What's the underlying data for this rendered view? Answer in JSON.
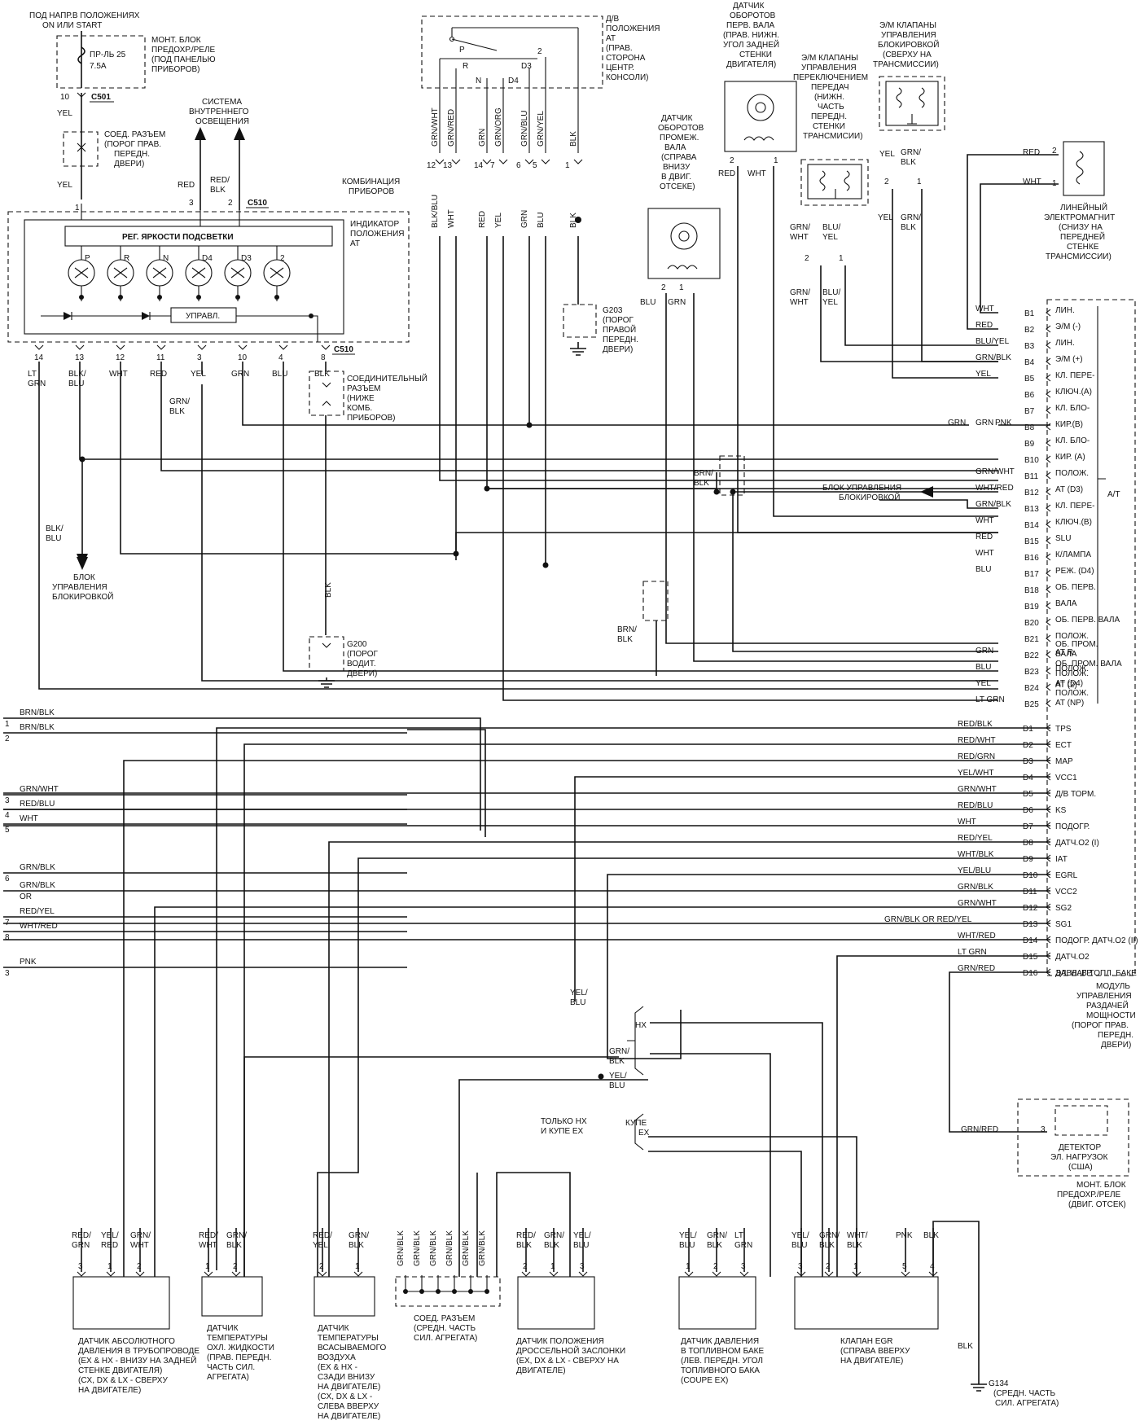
{
  "top": {
    "power_label": [
      "ПОД НАПР.В ПОЛОЖЕНИЯХ",
      "ON ИЛИ START"
    ],
    "fuse_label": [
      "ПР-ЛЬ 25",
      "7.5A"
    ],
    "fuse_box_label": [
      "МОНТ. БЛОК",
      "ПРЕДОХР./РЕЛЕ",
      "(ПОД ПАНЕЛЬЮ",
      "ПРИБОРОВ)"
    ],
    "c501": "C501",
    "pin10": "10",
    "yel": "YEL",
    "connector_label": [
      "СОЕД. РАЗЪЕМ",
      "(ПОРОГ ПРАВ.",
      "ПЕРЕДН.",
      "ДВЕРИ)"
    ],
    "lighting_label": [
      "СИСТЕМА",
      "ВНУТРЕННЕГО",
      "ОСВЕЩЕНИЯ"
    ],
    "red": "RED",
    "red_blk": [
      "RED/",
      "BLK"
    ],
    "c510": "C510",
    "pins_top": [
      "1",
      "3",
      "2"
    ],
    "cluster_label": [
      "КОМБИНАЦИЯ",
      "ПРИБОРОВ"
    ]
  },
  "cluster": {
    "dimmer": "РЕГ. ЯРКОСТИ ПОДСВЕТКИ",
    "indicator_label": [
      "ИНДИКАТОР",
      "ПОЛОЖЕНИЯ",
      "AT"
    ],
    "lamps": [
      "P",
      "R",
      "N",
      "D4",
      "D3",
      "2"
    ],
    "control": "УПРАВЛ.",
    "c510": "C510",
    "bottom_pins": [
      "14",
      "13",
      "12",
      "11",
      "3",
      "10",
      "4",
      "8"
    ],
    "bottom_colors": [
      [
        "LT",
        "GRN"
      ],
      [
        "BLK/",
        "BLU"
      ],
      [
        "WHT"
      ],
      [
        "RED"
      ],
      [
        "YEL"
      ],
      [
        "GRN"
      ],
      [
        "BLU"
      ],
      [
        "BLK"
      ]
    ],
    "grn_blk": [
      "GRN/",
      "BLK"
    ],
    "connector_label": [
      "СОЕДИНИТЕЛЬНЫЙ",
      "РАЗЪЕМ",
      "(НИЖЕ",
      "КОМБ.",
      "ПРИБОРОВ)"
    ]
  },
  "left": {
    "blk_blu": [
      "BLK/",
      "BLU"
    ],
    "lockup_label": [
      "БЛОК",
      "УПРАВЛЕНИЯ",
      "БЛОКИРОВКОЙ"
    ],
    "g200_label": [
      "G200",
      "(ПОРОГ",
      "ВОДИТ.",
      "ДВЕРИ)"
    ],
    "blk": "BLK"
  },
  "switch": {
    "label": [
      "Д/В",
      "ПОЛОЖЕНИЯ",
      "AT",
      "(ПРАВ.",
      "СТОРОНА",
      "ЦЕНТР.",
      "КОНСОЛИ)"
    ],
    "positions": [
      "P",
      "R",
      "N",
      "D4",
      "D3",
      "2"
    ],
    "wires": [
      "GRN/WHT",
      "GRN/RED",
      "GRN",
      "GRN/ORG",
      "GRN/BLU",
      "GRN/YEL",
      "BLK"
    ],
    "pins": [
      "12",
      "13",
      "14",
      "7",
      "6",
      "5",
      "1"
    ],
    "below": [
      "BLK/BLU",
      "WHT",
      "RED",
      "YEL",
      "GRN",
      "BLU",
      "BLK"
    ],
    "g203_label": [
      "G203",
      "(ПОРОГ",
      "ПРАВОЙ",
      "ПЕРЕДН.",
      "ДВЕРИ)"
    ]
  },
  "sensors_top": {
    "mainshaft_label": [
      "ДАТЧИК",
      "ОБОРОТОВ",
      "ПЕРВ. ВАЛА",
      "(ПРАВ. НИЖН.",
      "УГОЛ ЗАДНЕЙ",
      "СТЕНКИ",
      "ДВИГАТЕЛЯ)"
    ],
    "mainshaft_pins": [
      "2",
      "1"
    ],
    "mainshaft_wires": [
      "RED",
      "WHT"
    ],
    "countershaft_label": [
      "ДАТЧИК",
      "ОБОРОТОВ",
      "ПРОМЕЖ.",
      "ВАЛА",
      "(СПРАВА",
      "ВНИЗУ",
      "В ДВИГ.",
      "ОТСЕКЕ)"
    ],
    "countershaft_pins": [
      "2",
      "1"
    ],
    "countershaft_wires": [
      "BLU",
      "GRN"
    ],
    "shift_sol_label": [
      "Э/М КЛАПАНЫ",
      "УПРАВЛЕНИЯ",
      "ПЕРЕКЛЮЧЕНИЕМ",
      "ПЕРЕДАЧ",
      "(НИЖН.",
      "ЧАСТЬ",
      "ПЕРЕДН.",
      "СТЕНКИ",
      "ТРАНСМИСИИ)"
    ],
    "shift_sol_wires": [
      [
        "GRN/",
        "WHT"
      ],
      [
        "BLU/",
        "YEL"
      ]
    ],
    "shift_sol_pins": [
      "2",
      "1"
    ],
    "lockup_sol_label": [
      "Э/М КЛАПАНЫ",
      "УПРАВЛЕНИЯ",
      "БЛОКИРОВКОЙ",
      "(СВЕРХУ НА",
      "ТРАНСМИССИИ)"
    ],
    "lockup_sol_wires": [
      [
        "YEL"
      ],
      [
        "GRN/",
        "BLK"
      ]
    ],
    "lockup_sol_pins": [
      "2",
      "1"
    ],
    "linear_label": [
      "ЛИНЕЙНЫЙ",
      "ЭЛЕКТРОМАГНИТ",
      "(СНИЗУ НА",
      "ПЕРЕДНЕЙ",
      "СТЕНКЕ",
      "ТРАНСМИССИИ)"
    ],
    "linear_wires": [
      "RED",
      "WHT"
    ],
    "linear_pins": [
      "2",
      "1"
    ]
  },
  "module_b": {
    "pins": [
      {
        "pin": "B1",
        "wire": "WHT",
        "desc": "ЛИН."
      },
      {
        "pin": "B2",
        "wire": "RED",
        "desc": "Э/М (-)"
      },
      {
        "pin": "B3",
        "wire": "BLU/YEL",
        "desc": "ЛИН."
      },
      {
        "pin": "B4",
        "wire": "GRN/BLK",
        "desc": "Э/М (+)"
      },
      {
        "pin": "B5",
        "wire": "YEL",
        "desc": "КЛ. ПЕРЕ-"
      },
      {
        "pin": "B6",
        "wire": "",
        "desc": "КЛЮЧ.(А)"
      },
      {
        "pin": "B7",
        "wire": "",
        "desc": "КЛ. БЛО-"
      },
      {
        "pin": "B8",
        "wire": "GRN",
        "desc": "КИР.(В)"
      },
      {
        "pin": "B9",
        "wire": "",
        "desc": "КЛ. БЛО-"
      },
      {
        "pin": "B10",
        "wire": "",
        "desc": "КИР. (А)"
      },
      {
        "pin": "B11",
        "wire": "GRN/WHT",
        "desc": "ПОЛОЖ."
      },
      {
        "pin": "B12",
        "wire": "WHT/RED",
        "desc": "AT (D3)"
      },
      {
        "pin": "B13",
        "wire": "GRN/BLK",
        "desc": "КЛ. ПЕРЕ-"
      },
      {
        "pin": "B14",
        "wire": "WHT",
        "desc": "КЛЮЧ.(В)"
      },
      {
        "pin": "B15",
        "wire": "RED",
        "desc": "SLU"
      },
      {
        "pin": "B16",
        "wire": "WHT",
        "desc": "К/ЛАМПА"
      },
      {
        "pin": "B17",
        "wire": "BLU",
        "desc": "РЕЖ. (D4)"
      },
      {
        "pin": "B18",
        "wire": "",
        "desc": "ОБ. ПЕРВ."
      },
      {
        "pin": "B19",
        "wire": "",
        "desc": "ВАЛА"
      },
      {
        "pin": "B20",
        "wire": "",
        "desc": "ОБ. ПЕРВ. ВАЛА"
      },
      {
        "pin": "B21",
        "wire": "",
        "desc": "ПОЛОЖ."
      },
      {
        "pin": "B22",
        "wire": "GRN",
        "desc": "AT R"
      },
      {
        "pin": "B23",
        "wire": "BLU",
        "desc": "ПОЛОЖ."
      },
      {
        "pin": "B24",
        "wire": "YEL",
        "desc": "AT (2)"
      },
      {
        "pin": "B25",
        "wire": "LT GRN",
        "desc": ""
      }
    ],
    "extra_desc": [
      "ОБ. ПРОМ.",
      "ВАЛА",
      "ОБ. ПРОМ. ВАЛА",
      "ПОЛОЖ.",
      "AT (D4)",
      "ПОЛОЖ.",
      "AT (NP)"
    ],
    "at": "A/T",
    "pnk": "PNK",
    "grn": "GRN",
    "lockup_unit": [
      "БЛОК УПРАВЛЕНИЯ",
      "БЛОКИРОВКОЙ"
    ],
    "brn_blk": [
      "BRN/",
      "BLK"
    ]
  },
  "module_d": {
    "pins": [
      {
        "pin": "D1",
        "wire": "RED/BLK",
        "desc": "TPS"
      },
      {
        "pin": "D2",
        "wire": "RED/WHT",
        "desc": "ECT"
      },
      {
        "pin": "D3",
        "wire": "RED/GRN",
        "desc": "MAP"
      },
      {
        "pin": "D4",
        "wire": "YEL/WHT",
        "desc": "VCC1"
      },
      {
        "pin": "D5",
        "wire": "GRN/WHT",
        "desc": "Д/В ТОРМ."
      },
      {
        "pin": "D6",
        "wire": "RED/BLU",
        "desc": "KS"
      },
      {
        "pin": "D7",
        "wire": "WHT",
        "desc": "ПОДОГР."
      },
      {
        "pin": "D8",
        "wire": "RED/YEL",
        "desc": "ДАТЧ.O2 (I)"
      },
      {
        "pin": "D9",
        "wire": "WHT/BLK",
        "desc": "IAT"
      },
      {
        "pin": "D10",
        "wire": "YEL/BLU",
        "desc": "EGRL"
      },
      {
        "pin": "D11",
        "wire": "GRN/BLK",
        "desc": "VCC2"
      },
      {
        "pin": "D12",
        "wire": "GRN/WHT",
        "desc": "SG2"
      },
      {
        "pin": "D13",
        "wire": "GRN/BLK OR RED/YEL",
        "desc": "SG1"
      },
      {
        "pin": "D14",
        "wire": "WHT/RED",
        "desc": "ПОДОГР. ДАТЧ.O2 (II)"
      },
      {
        "pin": "D15",
        "wire": "LT GRN",
        "desc": "ДАТЧ.O2"
      },
      {
        "pin": "D16",
        "wire": "GRN/RED",
        "desc": "ДАВЛ. В ТОПЛ. БАКЕ"
      }
    ],
    "last_desc": "ЭЛ. НАГР.",
    "module_label": [
      "МОДУЛЬ",
      "УПРАВЛЕНИЯ",
      "РАЗДАЧЕЙ",
      "МОЩНОСТИ",
      "(ПОРОГ ПРАВ.",
      "ПЕРЕДН.",
      "ДВЕРИ)"
    ]
  },
  "left_edge": [
    {
      "num": "1",
      "wire": "BRN/BLK"
    },
    {
      "num": "2",
      "wire": "BRN/BLK"
    },
    {
      "num": "3",
      "wire": "GRN/WHT"
    },
    {
      "num": "4",
      "wire": "RED/BLU"
    },
    {
      "num": "5",
      "wire": "WHT"
    },
    {
      "num": "6",
      "wire": "GRN/BLK"
    },
    {
      "num": "",
      "wire": "GRN/BLK"
    },
    {
      "num": "",
      "wire": "OR"
    },
    {
      "num": "7",
      "wire": "RED/YEL"
    },
    {
      "num": "8",
      "wire": "WHT/RED"
    },
    {
      "num": "3",
      "wire": "PNK"
    }
  ],
  "middle": {
    "yel_blu": [
      "YEL/",
      "BLU"
    ],
    "hx": "HX",
    "grn_blk": [
      "GRN/",
      "BLK"
    ],
    "yel_blu2": [
      "YEL/",
      "BLU"
    ],
    "only_hx": [
      "ТОЛЬКО HX",
      "И КУПЕ EX"
    ],
    "coupe": [
      "КУПЕ",
      "EX"
    ],
    "grn_red": "GRN/RED",
    "load_detector": [
      "ДЕТЕКТОР",
      "ЭЛ. НАГРУЗОК",
      "(США)"
    ],
    "load_pin": "3",
    "fuse_box_engine": [
      "МОНТ. БЛОК",
      "ПРЕДОХР./РЕЛЕ",
      "(ДВИГ. ОТСЕК)"
    ]
  },
  "bottom": {
    "map_sensor": {
      "wires": [
        [
          "RED/",
          "GRN"
        ],
        [
          "YEL/",
          "RED"
        ],
        [
          "GRN/",
          "WHT"
        ]
      ],
      "pins": [
        "3",
        "1",
        "2"
      ],
      "label": [
        "ДАТЧИК АБСОЛЮТНОГО",
        "ДАВЛЕНИЯ В ТРУБОПРОВОДЕ",
        "(EX & HX - ВНИЗУ НА ЗАДНЕЙ",
        "СТЕНКЕ ДВИГАТЕЛЯ)",
        "(CX, DX & LX - СВЕРХУ",
        "НА ДВИГАТЕЛЕ)"
      ]
    },
    "ect_sensor": {
      "wires": [
        [
          "RED/",
          "WHT"
        ],
        [
          "GRN/",
          "BLK"
        ]
      ],
      "pins": [
        "1",
        "2"
      ],
      "label": [
        "ДАТЧИК",
        "ТЕМПЕРАТУРЫ",
        "ОХЛ. ЖИДКОСТИ",
        "(ПРАВ. ПЕРЕДН.",
        "ЧАСТЬ СИЛ.",
        "АГРЕГАТА)"
      ]
    },
    "iat_sensor": {
      "wires": [
        [
          "RED/",
          "YEL"
        ],
        [
          "GRN/",
          "BLK"
        ]
      ],
      "pins": [
        "2",
        "1"
      ],
      "label": [
        "ДАТЧИК",
        "ТЕМПЕРАТУРЫ",
        "ВСАСЫВАЕМОГО",
        "ВОЗДУХА",
        "(EX & HX -",
        "СЗАДИ ВНИЗУ",
        "НА ДВИГАТЕЛЕ)",
        "(CX, DX & LX -",
        "СЛЕВА ВВЕРХУ",
        "НА ДВИГАТЕЛЕ)"
      ]
    },
    "joint": {
      "wires": [
        "GRN/BLK",
        "GRN/BLK",
        "GRN/BLK",
        "GRN/BLK",
        "GRN/BLK",
        "GRN/BLK"
      ],
      "label": [
        "СОЕД. РАЗЪЕМ",
        "(СРЕДН. ЧАСТЬ",
        "СИЛ. АГРЕГАТА)"
      ]
    },
    "tps": {
      "wires": [
        [
          "RED/",
          "BLK"
        ],
        [
          "GRN/",
          "BLK"
        ],
        [
          "YEL/",
          "BLU"
        ]
      ],
      "pins": [
        "2",
        "1",
        "3"
      ],
      "label": [
        "ДАТЧИК ПОЛОЖЕНИЯ",
        "ДРОССЕЛЬНОЙ ЗАСЛОНКИ",
        "(EX, DX & LX - СВЕРХУ НА",
        "ДВИГАТЕЛЕ)"
      ]
    },
    "fuel_tank": {
      "wires": [
        [
          "YEL/",
          "BLU"
        ],
        [
          "GRN/",
          "BLK"
        ],
        [
          "LT",
          "GRN"
        ]
      ],
      "pins": [
        "1",
        "2",
        "3"
      ],
      "label": [
        "ДАТЧИК ДАВЛЕНИЯ",
        "В ТОПЛИВНОМ БАКЕ",
        "(ЛЕВ. ПЕРЕДН. УГОЛ",
        "ТОПЛИВНОГО БАКА",
        "(COUPE EX)"
      ]
    },
    "egr": {
      "wires": [
        [
          "YEL/",
          "BLU"
        ],
        [
          "GRN/",
          "BLK"
        ],
        [
          "WHT/",
          "BLK"
        ],
        [
          "PNK"
        ],
        [
          "BLK"
        ]
      ],
      "pins": [
        "3",
        "2",
        "1",
        "5",
        "4"
      ],
      "label": [
        "КЛАПАН EGR",
        "(СПРАВА ВВЕРХУ",
        "НА ДВИГАТЕЛЕ)"
      ]
    },
    "blk": "BLK",
    "g134": [
      "G134",
      "(СРЕДН. ЧАСТЬ",
      "СИЛ. АГРЕГАТА)"
    ]
  }
}
